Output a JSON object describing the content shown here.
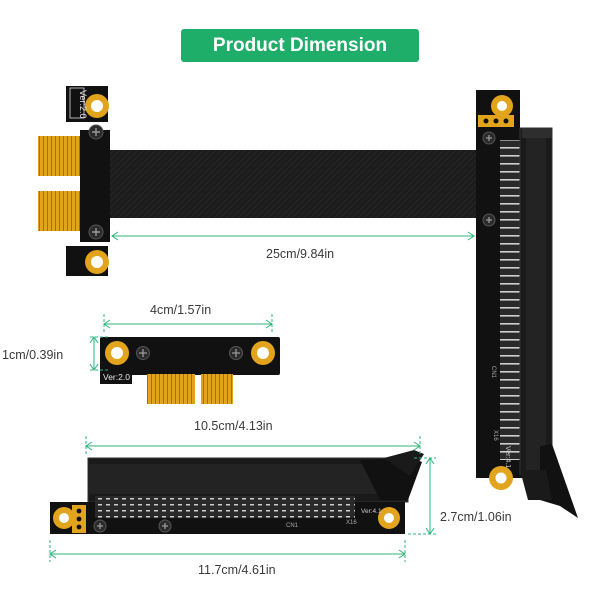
{
  "title": "Product Dimension",
  "colors": {
    "accent": "#1fae6a",
    "pcb": "#111111",
    "gold": "#e2a41c",
    "dimension_line": "#2db37b"
  },
  "dimensions": {
    "cable_length": "25cm/9.84in",
    "small_board_width": "4cm/1.57in",
    "small_board_height": "1cm/0.39in",
    "slot_length": "10.5cm/4.13in",
    "slot_board_height": "2.7cm/1.06in",
    "slot_board_length": "11.7cm/4.61in"
  },
  "board_markings": {
    "version_x1": "Ver:2.0",
    "version_x16": "Ver:4.1",
    "connector": "CN1",
    "slot_type": "X16"
  }
}
